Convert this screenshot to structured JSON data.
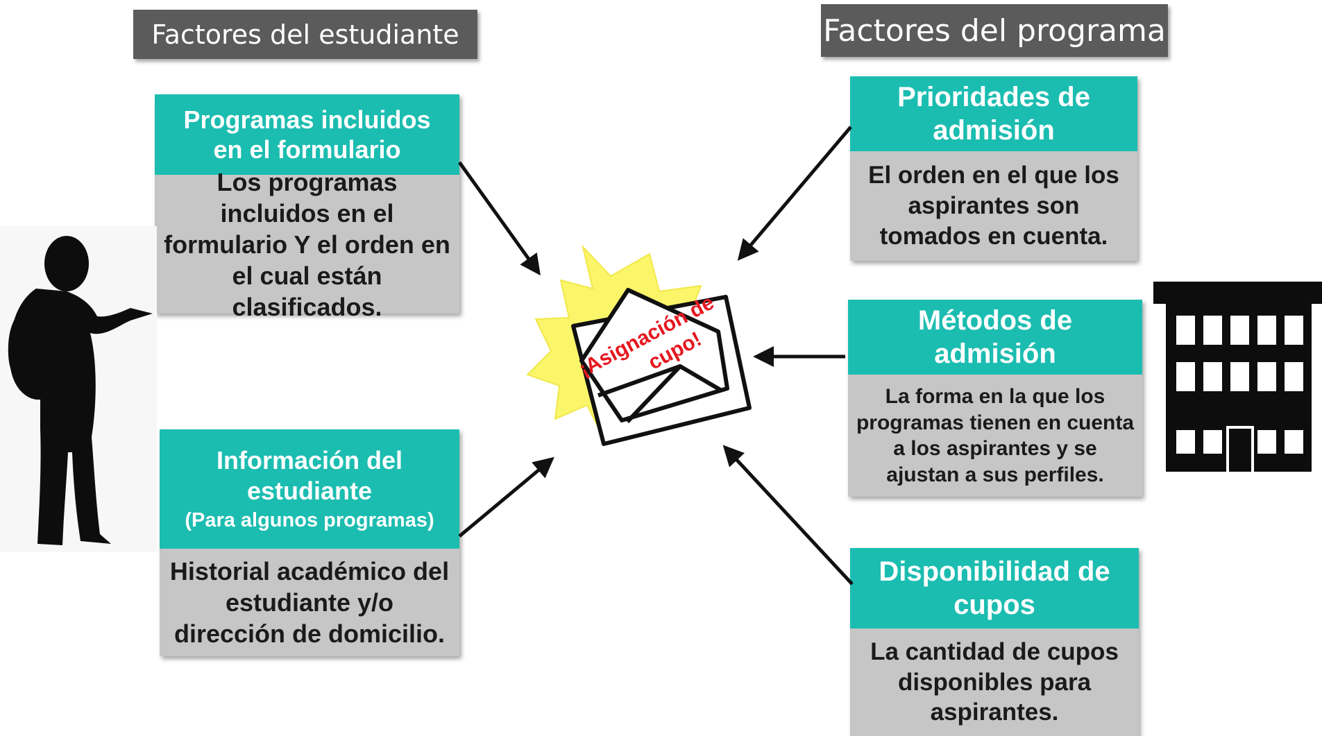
{
  "headers": {
    "student": "Factores del estudiante",
    "program": "Factores del programa"
  },
  "cards": {
    "programas": {
      "title": "Programas incluidos en el formulario",
      "body": "Los programas incluidos en el formulario Y el orden en el cual están clasificados."
    },
    "info": {
      "title": "Información del estudiante",
      "subtitle": "(Para algunos programas)",
      "body": "Historial académico del estudiante y/o dirección de domicilio."
    },
    "prioridades": {
      "title": "Prioridades de admisión",
      "body": "El orden en el que los aspirantes son tomados en cuenta."
    },
    "metodos": {
      "title": "Métodos de admisión",
      "body": "La forma en la que los programas tienen en cuenta a los aspirantes y se ajustan a sus perfiles."
    },
    "disponibilidad": {
      "title": "Disponibilidad de cupos",
      "body": "La cantidad de cupos disponibles para aspirantes."
    }
  },
  "center": {
    "line1": "¡Asignación de",
    "line2": "cupo!"
  },
  "icons": {
    "student": "student-reading-silhouette-icon",
    "building": "school-building-icon",
    "envelope": "open-envelope-letter-icon"
  },
  "colors": {
    "header_bg": "#5b5b5b",
    "title_bg": "#1bbdb0",
    "body_bg": "#c6c6c6",
    "burst": "#fbf56a",
    "center_text": "#e5171f"
  }
}
